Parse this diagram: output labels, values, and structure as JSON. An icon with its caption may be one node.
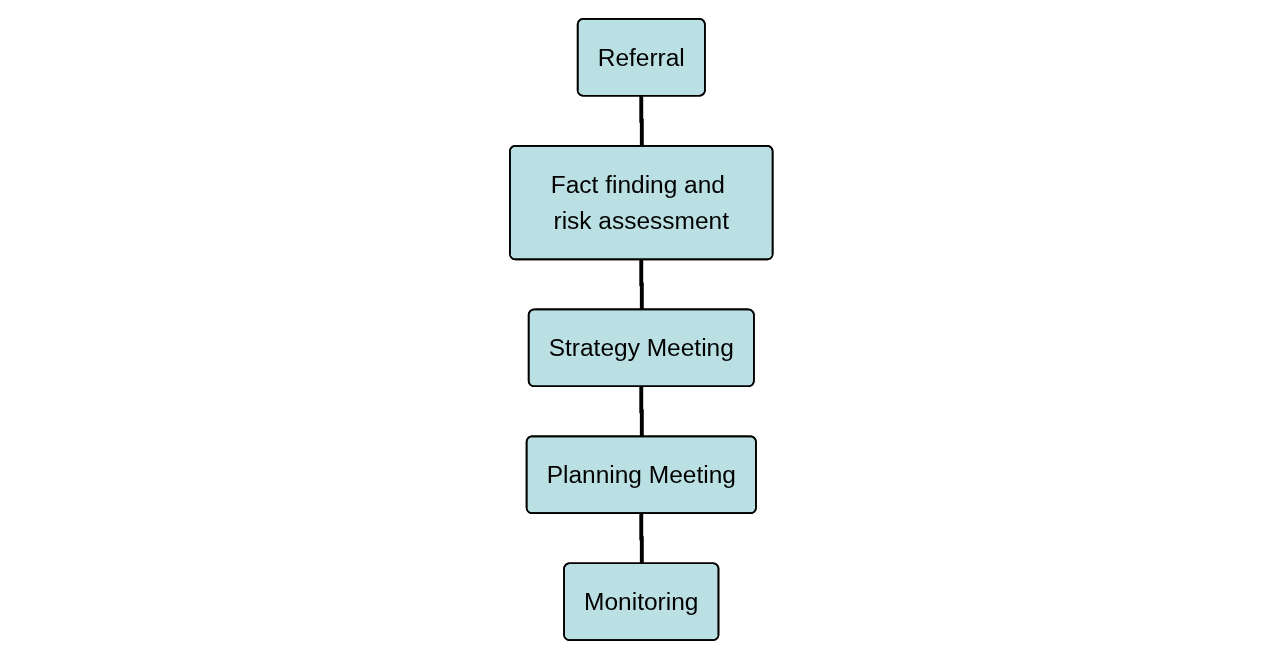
{
  "diagram": {
    "nodes": [
      {
        "text": [
          "Referral"
        ]
      },
      {
        "text": [
          "Fact finding and risk assessment"
        ]
      },
      {
        "text": [
          "Strategy Meeting"
        ]
      },
      {
        "text": [
          "Planning Meeting"
        ]
      },
      {
        "text": [
          "Monitoring"
        ]
      }
    ],
    "edges": [
      {
        "from": 0,
        "to": 1,
        "arrow": "none"
      },
      {
        "from": 1,
        "to": 2,
        "arrow": "none"
      },
      {
        "from": 2,
        "to": 3,
        "arrow": "none"
      },
      {
        "from": 3,
        "to": 4,
        "arrow": "none"
      }
    ]
  }
}
